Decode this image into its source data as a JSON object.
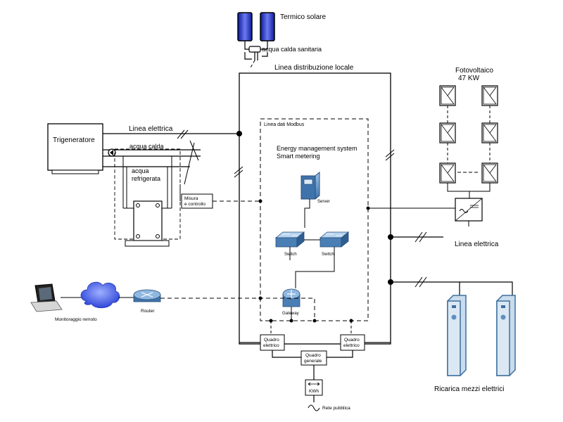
{
  "labels": {
    "solar_thermal": "Termico solare",
    "hot_sanitary_water": "acqua calda sanitaria",
    "local_distribution_line": "Linea distribuzione locale",
    "photovoltaic_line1": "Fotovoltaico",
    "photovoltaic_line2": "47 KW",
    "trigenerator": "Trigeneratore",
    "power_line_top": "Linea elettrica",
    "hot_water": "acqua calda",
    "chilled_water_line1": "acqua",
    "chilled_water_line2": "refrigerata",
    "measure_control_line1": "Misura",
    "measure_control_line2": "e controllo",
    "modbus_line": "Linea dati Modbus",
    "ems_line1": "Energy management system",
    "ems_line2": "Smart metering",
    "server": "Server",
    "switch_left": "Switch",
    "switch_right": "Switch",
    "power_line_right": "Linea elettrica",
    "gateway": "Gateway",
    "router": "Router",
    "remote_monitoring": "Monitoraggio remoto",
    "panel_left_line1": "Quadro",
    "panel_left_line2": "elettrico",
    "panel_right_line1": "Quadro",
    "panel_right_line2": "elettrico",
    "main_panel_line1": "Quadro",
    "main_panel_line2": "generale",
    "meter": "KWh",
    "public_grid": "Rete pubblica",
    "ev_charging": "Ricarica mezzi elettrici"
  },
  "colors": {
    "line": "#000000",
    "solar_panel_fill": "#1a2db8",
    "network_device": "#4a7fb5",
    "network_device_light": "#8fb8e0",
    "cloud": "#4f6ef0",
    "charger_fill": "#dbe8f3",
    "charger_stroke": "#3c6e9e"
  },
  "icons": [
    "solar-panel-icon",
    "pv-panel-icon",
    "inverter-icon",
    "server-icon",
    "network-switch-icon",
    "gateway-icon",
    "router-icon",
    "cloud-icon",
    "laptop-icon",
    "pump-icon",
    "heat-exchanger-icon",
    "ev-charger-icon",
    "kwh-meter-icon",
    "ac-wave-icon"
  ]
}
